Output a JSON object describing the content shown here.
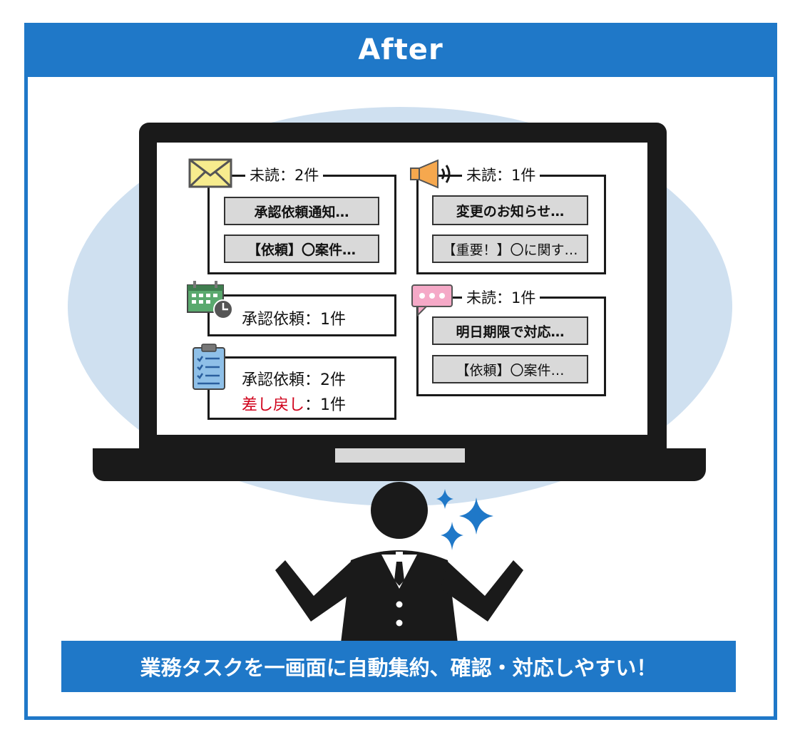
{
  "header": {
    "title": "After"
  },
  "panels": {
    "mail": {
      "label": "未読：2件",
      "items": [
        "承認依頼通知…",
        "【依頼】〇案件…"
      ]
    },
    "announce": {
      "label": "未読：1件",
      "items": [
        "変更のお知らせ…",
        "【重要！】〇に関す…"
      ]
    },
    "calendar": {
      "text": "承認依頼：1件"
    },
    "chat": {
      "label": "未読：1件",
      "items": [
        "明日期限で対応…",
        "【依頼】〇案件…"
      ]
    },
    "tasks": {
      "line1": "承認依頼：2件",
      "line2_red": "差し戻し",
      "line2_rest": "：1件"
    }
  },
  "banner": {
    "text": "業務タスクを一画面に自動集約、確認・対応しやすい！"
  },
  "colors": {
    "accent": "#1f78c8",
    "ellipse": "#cfe0f0",
    "laptop": "#1a1a1a",
    "alert_red": "#d0021b",
    "mail_icon": "#f7ec8e",
    "megaphone_icon": "#f6a84e",
    "calendar_icon": "#5aa96e",
    "chat_icon": "#f5a9c7",
    "clipboard_icon": "#8fc0e8",
    "sparkle": "#1f78c8"
  },
  "icons": [
    "envelope-icon",
    "megaphone-icon",
    "calendar-clock-icon",
    "chat-bubble-icon",
    "clipboard-checklist-icon",
    "sparkle-icon",
    "businessman-figure"
  ]
}
